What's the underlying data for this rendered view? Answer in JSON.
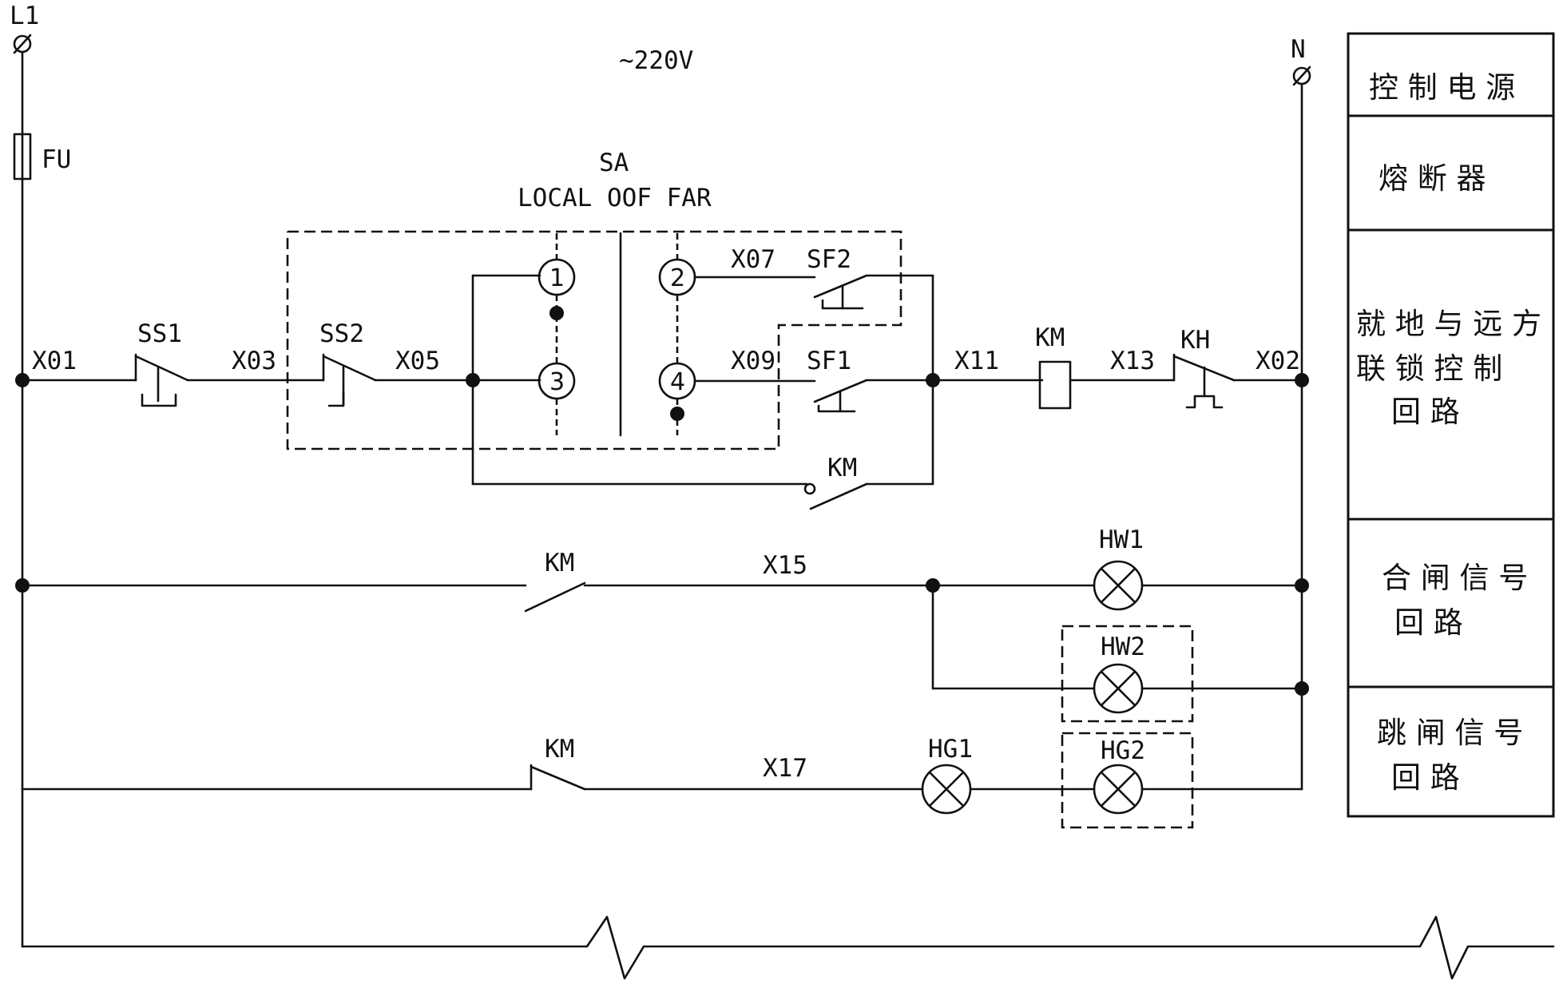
{
  "power": {
    "line": "L1",
    "neutral": "N",
    "voltage": "~220V",
    "fuse": "FU"
  },
  "switch": {
    "name": "SA",
    "positions": "LOCAL OOF FAR",
    "contacts": [
      "1",
      "2",
      "3",
      "4"
    ]
  },
  "components": {
    "ss1": "SS1",
    "ss2": "SS2",
    "sf1": "SF1",
    "sf2": "SF2",
    "km_coil": "KM",
    "kh": "KH",
    "km_hold": "KM",
    "km_no": "KM",
    "km_nc": "KM",
    "hw1": "HW1",
    "hw2": "HW2",
    "hg1": "HG1",
    "hg2": "HG2"
  },
  "wires": {
    "x01": "X01",
    "x02": "X02",
    "x03": "X03",
    "x05": "X05",
    "x07": "X07",
    "x09": "X09",
    "x11": "X11",
    "x13": "X13",
    "x15": "X15",
    "x17": "X17"
  },
  "legend": {
    "r1": "控 制 电 源",
    "r2": "熔 断 器",
    "r3a": "就 地 与 远 方",
    "r3b": "联  锁  控  制",
    "r3c": "回        路",
    "r4a": "合 闸 信 号",
    "r4b": "回        路",
    "r5a": "跳 闸 信 号",
    "r5b": "回        路"
  }
}
